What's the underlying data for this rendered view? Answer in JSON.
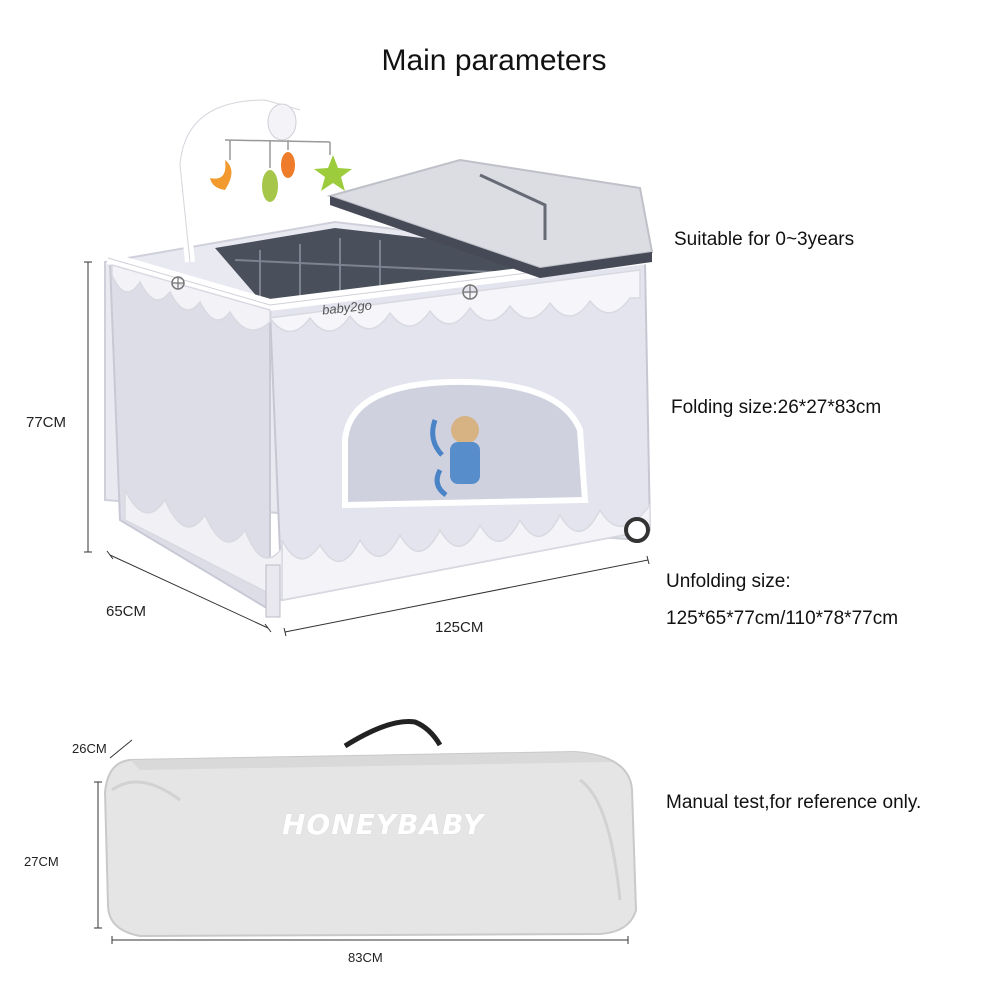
{
  "title": "Main parameters",
  "specs": {
    "age": "Suitable for 0~3years",
    "folding": "Folding size:26*27*83cm",
    "unfolding_label": "Unfolding size:",
    "unfolding_value": "125*65*77cm/110*78*77cm",
    "note": "Manual test,for reference only."
  },
  "crib": {
    "brand": "baby2go",
    "height": "77CM",
    "depth": "65CM",
    "length": "125CM"
  },
  "bag": {
    "brand": "HONEYBABY",
    "depth": "26CM",
    "height": "27CM",
    "length": "83CM"
  }
}
